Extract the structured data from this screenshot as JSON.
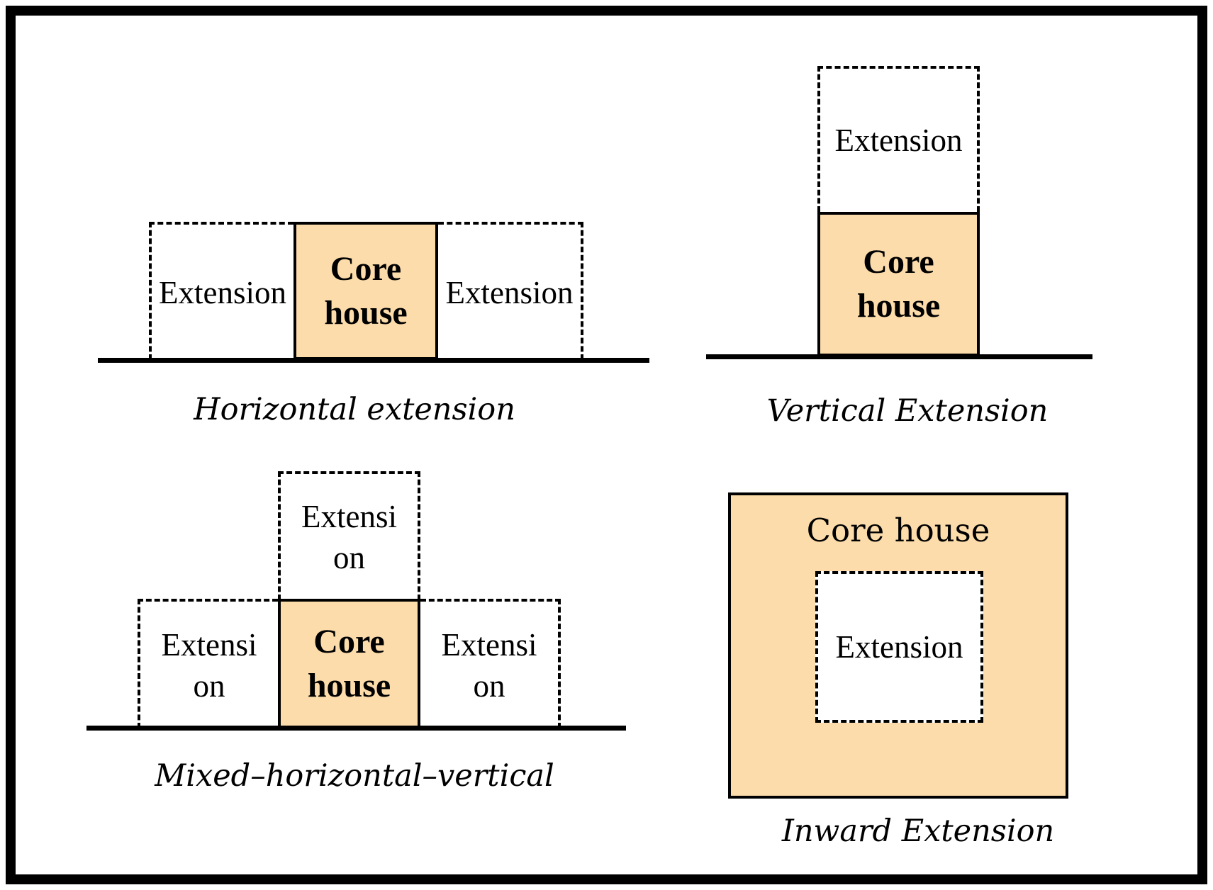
{
  "colors": {
    "core_fill": "#FCDCAB",
    "line": "#000000",
    "background": "#FFFFFF"
  },
  "quadrants": {
    "horizontal": {
      "caption": "Horizontal extension",
      "left_extension_label": "Extension",
      "right_extension_label": "Extension",
      "core_line1": "Core",
      "core_line2": "house"
    },
    "vertical": {
      "caption": "Vertical Extension",
      "extension_label": "Extension",
      "core_line1": "Core",
      "core_line2": "house"
    },
    "mixed": {
      "caption": "Mixed–horizontal–vertical",
      "top_extension_line1": "Extensi",
      "top_extension_line2": "on",
      "left_extension_line1": "Extensi",
      "left_extension_line2": "on",
      "right_extension_line1": "Extensi",
      "right_extension_line2": "on",
      "core_line1": "Core",
      "core_line2": "house"
    },
    "inward": {
      "caption": "Inward Extension",
      "core_label": "Core house",
      "extension_label": "Extension"
    }
  }
}
